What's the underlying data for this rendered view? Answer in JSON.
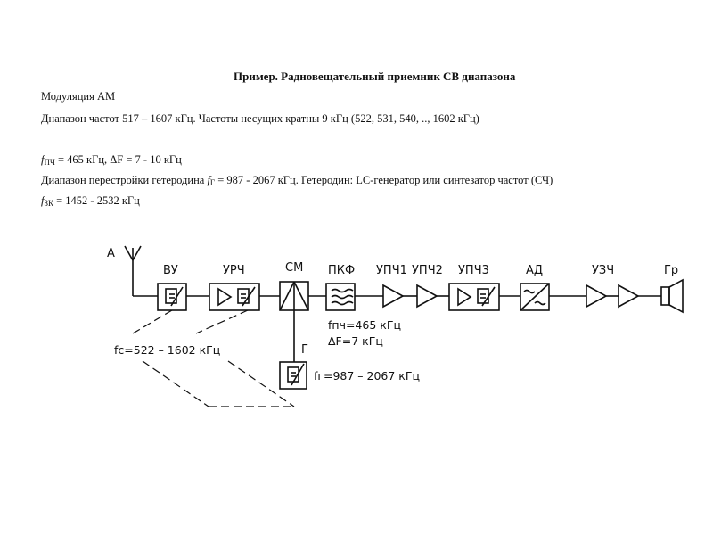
{
  "header": {
    "title": "Пример.  Радновещательный приемник СВ днапазона"
  },
  "lines": {
    "modulation": "Модуляция АМ",
    "range": "Днапазон частот  517 – 1607 кГц.  Частоты несущих кратны 9 кГц (522, 531, 540, .., 1602 кГц)",
    "fpch_sym": "f",
    "fpch_sub": "ПЧ",
    "fpch_rest": " = 465 кГц,  ΔF = 7 - 10 кГц",
    "tuning_pre": "Диапазон перестройки гетеродина ",
    "tuning_sym": "f",
    "tuning_sub": "Г",
    "tuning_rest": " = 987 - 2067 кГц. Гетеродин: LC-генератор или синтезатор частот (СЧ)",
    "fzk_sym": "f",
    "fzk_sub": "ЗК",
    "fzk_rest": " = 1452 - 2532 кГц"
  },
  "diagram": {
    "antenna_label": "А",
    "blocks": {
      "vu": "ВУ",
      "urch": "УРЧ",
      "sm": "СМ",
      "pkf": "ПКФ",
      "upch1": "УПЧ1",
      "upch2": "УПЧ2",
      "upch3": "УПЧ3",
      "ad": "АД",
      "uzch": "УЗЧ",
      "gr": "Гр",
      "g": "Г"
    },
    "annotations": {
      "fc": "fс=522 – 1602 кГц",
      "fpch": "fпч=465 кГц",
      "df": "ΔF=7 кГц",
      "fg": "fг=987 – 2067 кГц"
    }
  }
}
